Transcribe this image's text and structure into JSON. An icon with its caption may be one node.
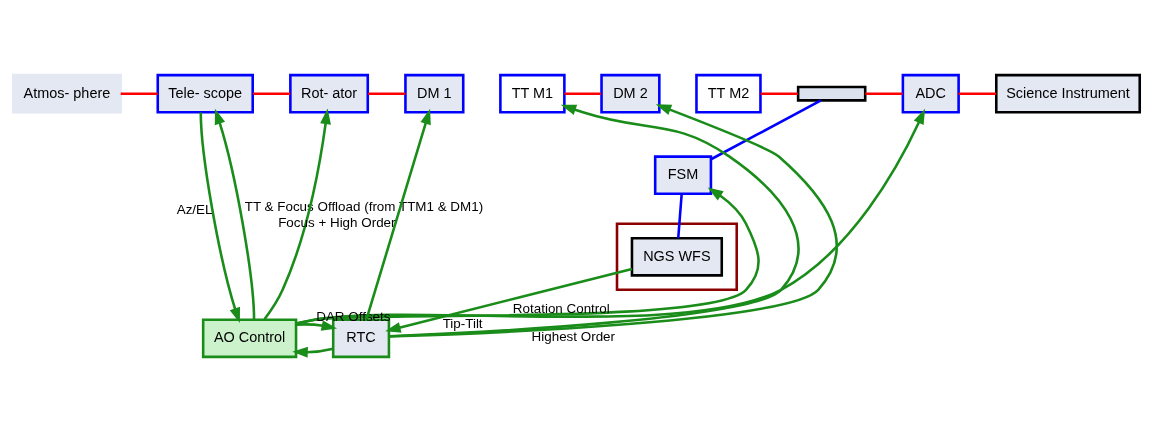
{
  "diagram": {
    "nodes": [
      {
        "text": [
          "Atmos- phere"
        ]
      },
      {
        "text": [
          "Tele- scope"
        ]
      },
      {
        "text": [
          "Rot- ator"
        ]
      },
      {
        "text": [
          "DM 1"
        ]
      },
      {
        "text": [
          "TT M1"
        ]
      },
      {
        "text": [
          "DM 2"
        ]
      },
      {
        "text": [
          "TT M2"
        ]
      },
      {
        "text": [],
        "shape": "bar"
      },
      {
        "text": [
          "FSM"
        ]
      },
      {
        "text": [],
        "shape": "box"
      },
      {
        "text": [
          "NGS WFS"
        ],
        "in": 9
      },
      {
        "text": [
          "ADC"
        ]
      },
      {
        "text": [
          "Science Instrument"
        ]
      },
      {
        "text": [
          "AO Control"
        ]
      },
      {
        "text": [
          "RTC"
        ]
      }
    ],
    "edges": [
      {
        "from": 0,
        "to": 1,
        "arrow": "none",
        "color": "#ff0000"
      },
      {
        "from": 1,
        "to": 2,
        "arrow": "none",
        "color": "#ff0000"
      },
      {
        "from": 2,
        "to": 3,
        "arrow": "none",
        "color": "#ff0000"
      },
      {
        "from": 4,
        "to": 5,
        "arrow": "none",
        "color": "#ff0000"
      },
      {
        "from": 6,
        "to": 7,
        "arrow": "none",
        "color": "#ff0000"
      },
      {
        "from": 7,
        "to": 11,
        "arrow": "none",
        "color": "#ff0000"
      },
      {
        "from": 11,
        "to": 12,
        "arrow": "none",
        "color": "#ff0000"
      },
      {
        "from": 7,
        "to": 8,
        "arrow": "none",
        "color": "#0000ff"
      },
      {
        "from": 8,
        "to": 10,
        "arrow": "none",
        "color": "#0000ff"
      },
      {
        "from": 1,
        "to": 13,
        "arrow": "to",
        "label": "Az/EL"
      },
      {
        "from": 13,
        "to": 1,
        "arrow": "to",
        "label": "TT & Focus Offload (from TTM1 & DM1)"
      },
      {
        "from": 13,
        "to": 2,
        "arrow": "to"
      },
      {
        "from": 14,
        "to": 3,
        "arrow": "to",
        "label": "Focus + High Order"
      },
      {
        "from": 14,
        "to": 4,
        "arrow": "to",
        "label": "Tip-Tilt"
      },
      {
        "from": 14,
        "to": 13,
        "arrow": "to"
      },
      {
        "from": 14,
        "to": 5,
        "arrow": "to",
        "label": "Highest Order"
      },
      {
        "from": 10,
        "to": 14,
        "arrow": "to"
      },
      {
        "from": 13,
        "to": 14,
        "arrow": "to",
        "label": "DAR Offsets"
      },
      {
        "from": 13,
        "to": 8,
        "arrow": "to"
      },
      {
        "from": 13,
        "to": 11,
        "arrow": "to",
        "label": "Rotation Control"
      }
    ]
  }
}
